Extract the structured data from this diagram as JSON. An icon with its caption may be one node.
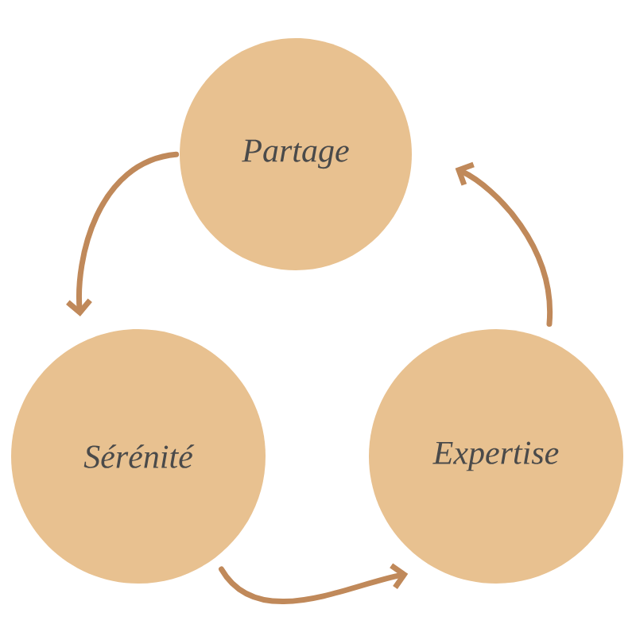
{
  "diagram": {
    "nodes": [
      {
        "text": [
          "Partage"
        ]
      },
      {
        "text": [
          "Sérénité"
        ]
      },
      {
        "text": [
          "Expertise"
        ]
      }
    ],
    "edges": [
      {
        "from": 0,
        "to": 1,
        "arrow": "to"
      },
      {
        "from": 1,
        "to": 2,
        "arrow": "to"
      },
      {
        "from": 2,
        "to": 0,
        "arrow": "to"
      }
    ]
  }
}
